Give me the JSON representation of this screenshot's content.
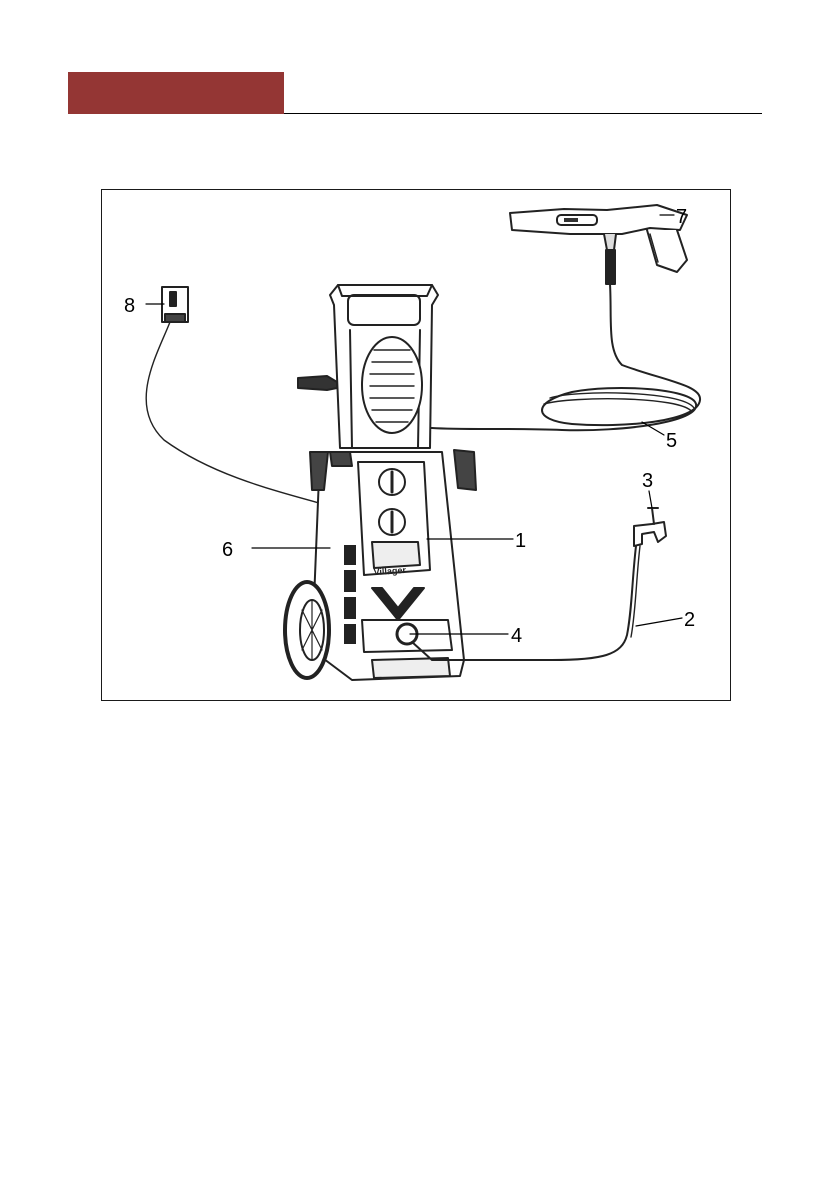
{
  "header": {
    "accent_color": "#943634"
  },
  "figure": {
    "product_logo": "Villager",
    "callouts": [
      {
        "id": "1",
        "label": "1"
      },
      {
        "id": "2",
        "label": "2"
      },
      {
        "id": "3",
        "label": "3"
      },
      {
        "id": "4",
        "label": "4"
      },
      {
        "id": "5",
        "label": "5"
      },
      {
        "id": "6",
        "label": "6"
      },
      {
        "id": "7",
        "label": "7"
      },
      {
        "id": "8",
        "label": "8"
      }
    ]
  }
}
